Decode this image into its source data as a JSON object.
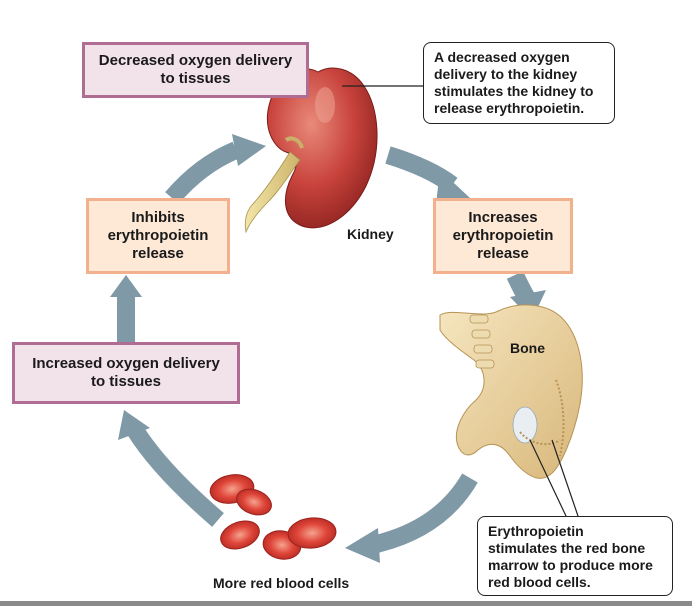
{
  "boxes": {
    "decreased_oxygen": "Decreased oxygen delivery\nto tissues",
    "increases_epo": "Increases\nerythropoietin\nrelease",
    "inhibits_epo": "Inhibits\nerythropoietin\nrelease",
    "increased_oxygen": "Increased oxygen delivery\nto tissues"
  },
  "callouts": {
    "kidney_callout": "A decreased oxygen\ndelivery to the kidney\nstimulates the kidney to\nrelease erythropoietin.",
    "marrow_callout": "Erythropoietin\nstimulates the red bone\nmarrow to produce more\nred blood cells."
  },
  "labels": {
    "kidney": "Kidney",
    "bone": "Bone",
    "rbc": "More red blood cells"
  },
  "colors": {
    "arrow": "#7f99a6",
    "purple_border": "#b06d94",
    "purple_fill": "#f2e2ea",
    "orange_border": "#f2b08d",
    "orange_fill": "#fde9d6",
    "kidney": "#c8433c",
    "bone": "#e7cf9c",
    "rbc": "#d9382f"
  }
}
